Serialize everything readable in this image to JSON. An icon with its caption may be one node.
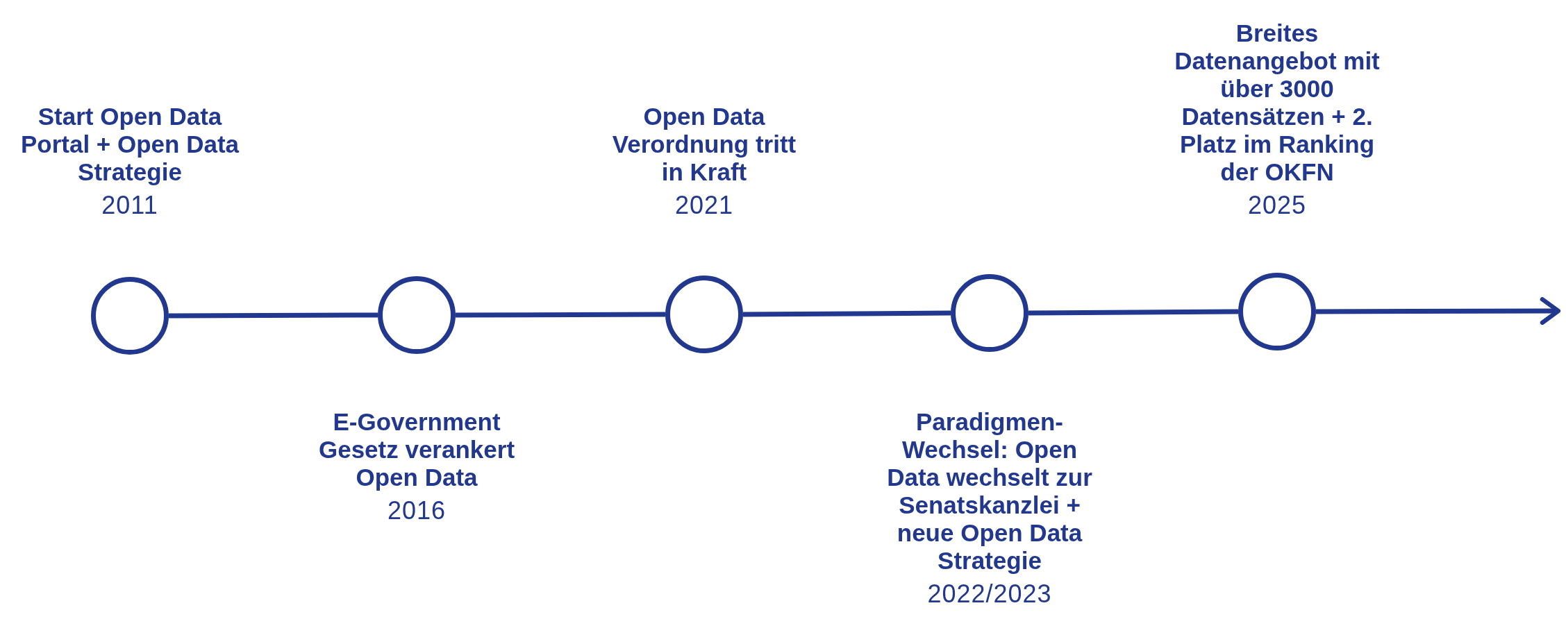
{
  "diagram": {
    "nodes": [
      {
        "text": [],
        "shape": "circle",
        "beside": [
          "Start Open Data Portal + Open Data Strategie",
          "2011"
        ]
      },
      {
        "text": [],
        "shape": "circle",
        "beside": [
          "E-Government Gesetz verankert Open Data",
          "2016"
        ]
      },
      {
        "text": [],
        "shape": "circle",
        "beside": [
          "Open Data Verordnung tritt in Kraft",
          "2021"
        ]
      },
      {
        "text": [],
        "shape": "circle",
        "beside": [
          "Paradigmen-Wechsel: Open Data wechselt zur Senatskanzlei + neue Open Data Strategie",
          "2022/2023"
        ]
      },
      {
        "text": [],
        "shape": "circle",
        "beside": [
          "Breites Datenangebot mit über 3000 Datensätzen + 2. Platz im Ranking der OKFN",
          "2025"
        ]
      }
    ],
    "edges": [
      {
        "from": 0,
        "to": 1,
        "arrow": "none"
      },
      {
        "from": 1,
        "to": 2,
        "arrow": "none"
      },
      {
        "from": 2,
        "to": 3,
        "arrow": "none"
      },
      {
        "from": 3,
        "to": 4,
        "arrow": "none"
      },
      {
        "from": 4,
        "to": null,
        "arrow": "to"
      }
    ]
  }
}
